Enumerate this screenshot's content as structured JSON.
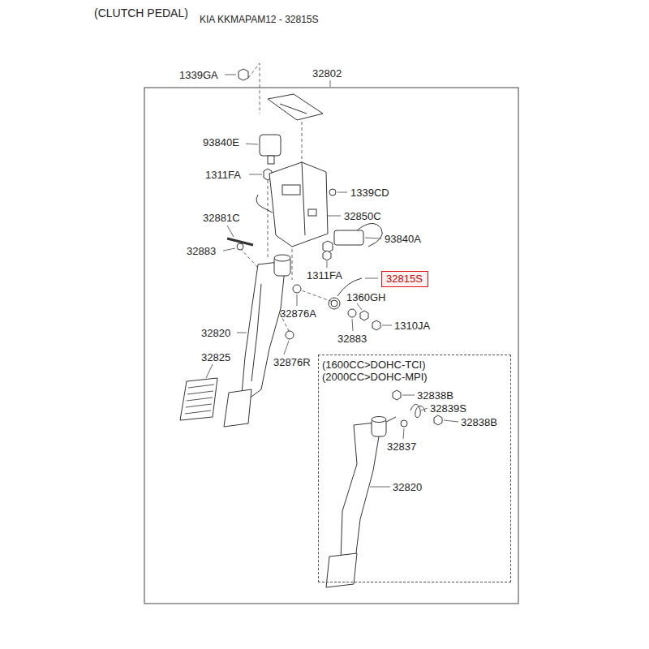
{
  "diagram": {
    "title": "(CLUTCH PEDAL)",
    "nodes": [
      {
        "text": [
          "32815S"
        ]
      },
      {
        "text": [
          "(1600CC>DOHC-TCI) (2000CC>DOHC-MPI)"
        ]
      }
    ],
    "labels": [
      "KIA KKMAPAM12 - 32815S",
      "1339GA",
      "32802",
      "93840E",
      "1311FA",
      "1339CD",
      "32881C",
      "32850C",
      "93840A",
      "32883",
      "1311FA",
      "1360GH",
      "32876A",
      "32820",
      "32883",
      "1310JA",
      "32876R",
      "32825",
      "32838B",
      "32839S",
      "32838B",
      "32837",
      "32820"
    ]
  }
}
